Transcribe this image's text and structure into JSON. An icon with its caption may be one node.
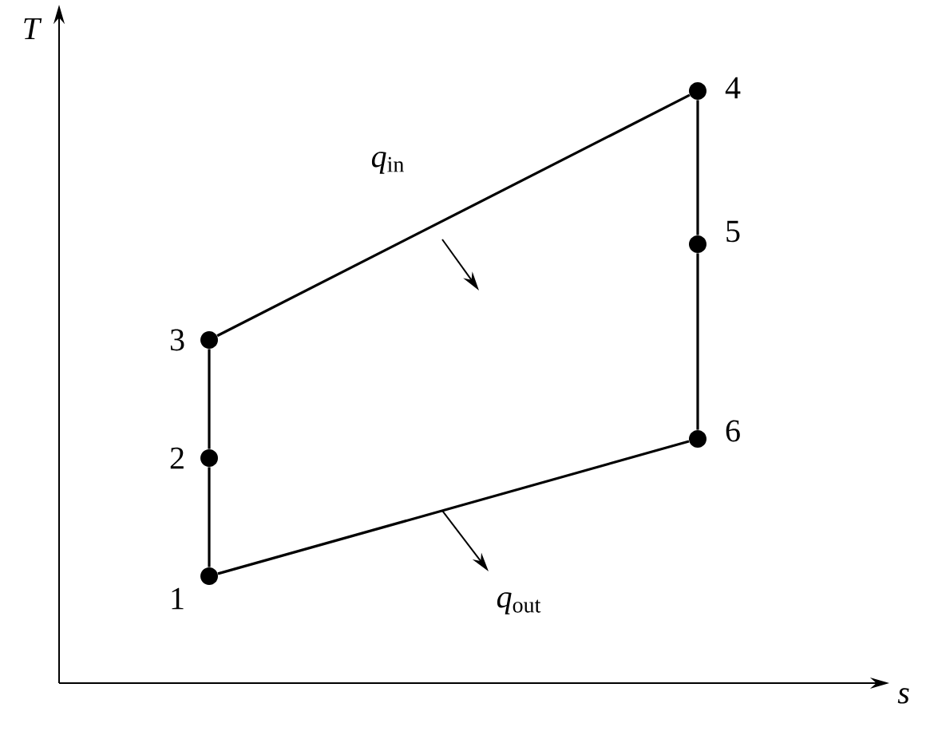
{
  "diagram": {
    "nodes": [
      {
        "text": [],
        "shape": "circle",
        "beside": [
          "1"
        ]
      },
      {
        "text": [],
        "shape": "circle",
        "beside": [
          "2"
        ]
      },
      {
        "text": [],
        "shape": "circle",
        "beside": [
          "3"
        ]
      },
      {
        "text": [],
        "shape": "circle",
        "beside": [
          "4"
        ]
      },
      {
        "text": [],
        "shape": "circle",
        "beside": [
          "5"
        ]
      },
      {
        "text": [],
        "shape": "circle",
        "beside": [
          "6"
        ]
      }
    ],
    "edges": [
      {
        "from": 0,
        "to": 1,
        "arrow": "none"
      },
      {
        "from": 1,
        "to": 2,
        "arrow": "none"
      },
      {
        "from": 2,
        "to": 3,
        "arrow": "none"
      },
      {
        "from": 3,
        "to": 4,
        "arrow": "none"
      },
      {
        "from": 4,
        "to": 5,
        "arrow": "none"
      },
      {
        "from": 5,
        "to": 0,
        "arrow": "none"
      }
    ],
    "labels": [
      "*T*",
      "*q*$_{in}$",
      "*q*$_{out}$",
      "*s*"
    ]
  }
}
